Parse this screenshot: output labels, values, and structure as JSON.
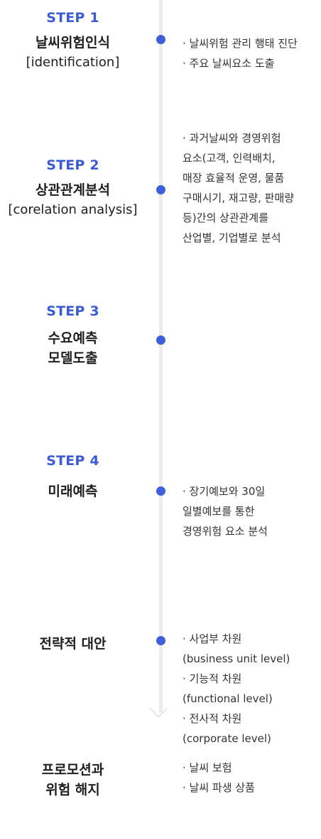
{
  "steps": [
    {
      "label": "STEP 1",
      "title": "날씨위험인식",
      "subtitle": "[identification]",
      "desc": [
        "· 날씨위험 관리 행태 진단",
        "· 주요 날씨요소 도출"
      ]
    },
    {
      "label": "STEP 2",
      "title": "상관관계분석",
      "subtitle": "[corelation analysis]",
      "desc": [
        "· 과거날씨와 경영위험",
        "요소(고객, 인력배치,",
        "매장 효율적 운영, 물품",
        "구매시기, 재고량, 판매량",
        "등)간의 상관관계를",
        "산업별, 기업별로 분석"
      ]
    },
    {
      "label": "STEP 3",
      "title_lines": [
        "수요예측",
        "모델도출"
      ]
    },
    {
      "label": "STEP 4",
      "title": "미래예측",
      "desc": [
        "· 장기예보와 30일",
        "일별예보를 통한",
        "경영위험 요소 분석"
      ]
    },
    {
      "title": "전략적 대안",
      "desc": [
        "· 사업부 차원",
        "(business unit level)",
        "· 기능적 차원",
        "(functional level)",
        "· 전사적 차원",
        "(corporate level)"
      ]
    },
    {
      "title_lines": [
        "프로모션과",
        "위험 해지"
      ],
      "desc": [
        "· 날씨 보험",
        "· 날씨 파생 상품"
      ]
    }
  ]
}
